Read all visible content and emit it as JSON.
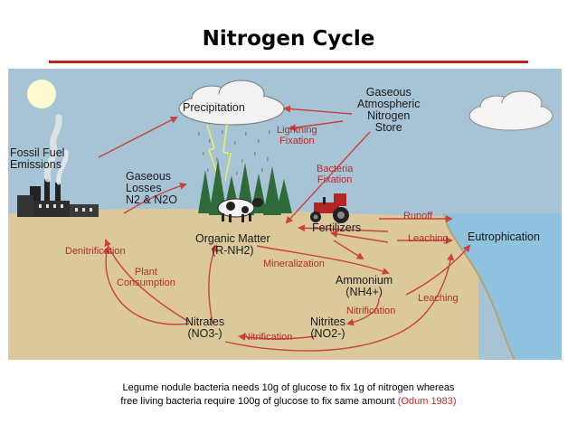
{
  "title": "Nitrogen Cycle",
  "diagram": {
    "labels": {
      "precipitation": "Precipitation",
      "gaseous_store": [
        "Gaseous",
        "Atmospheric",
        "Nitrogen",
        "Store"
      ],
      "lightning_fixation": [
        "Lightning",
        "Fixation"
      ],
      "fossil_fuel": [
        "Fossil Fuel",
        "Emissions"
      ],
      "gaseous_losses": [
        "Gaseous",
        "Losses"
      ],
      "gaseous_losses_formula": "N2 & N2O",
      "bacteria_fixation": [
        "Bacteria",
        "Fixation"
      ],
      "runoff": "Runoff",
      "fertilizers": "Fertilizers",
      "leaching_top": "Leaching",
      "eutrophication": "Eutrophication",
      "organic_matter": [
        "Organic Matter",
        "(R-NH2)"
      ],
      "denitrification": "Denitrification",
      "mineralization": "Mineralization",
      "ammonium": [
        "Ammonium",
        "(NH4+)"
      ],
      "plant_consumption": [
        "Plant",
        "Consumption"
      ],
      "leaching_right": "Leaching",
      "nitrification_upper": "Nitrification",
      "nitrates": [
        "Nitrates",
        "(NO3-)"
      ],
      "nitrites": [
        "Nitrites",
        "(NO2-)"
      ],
      "nitrification_lower": "Nitrification"
    }
  },
  "caption": {
    "line1": "Legume nodule bacteria needs 10g of glucose to fix 1g of nitrogen whereas",
    "line2": "free living bacteria require 100g of glucose to fix same amount",
    "citation": "(Odum 1983)"
  },
  "colors": {
    "title_rule": "#c0201e",
    "arrow": "#c8423f",
    "sky": "#a7c4d6",
    "soil": "#dcc99b",
    "water": "#8ec2de",
    "citation": "#d9231f"
  }
}
